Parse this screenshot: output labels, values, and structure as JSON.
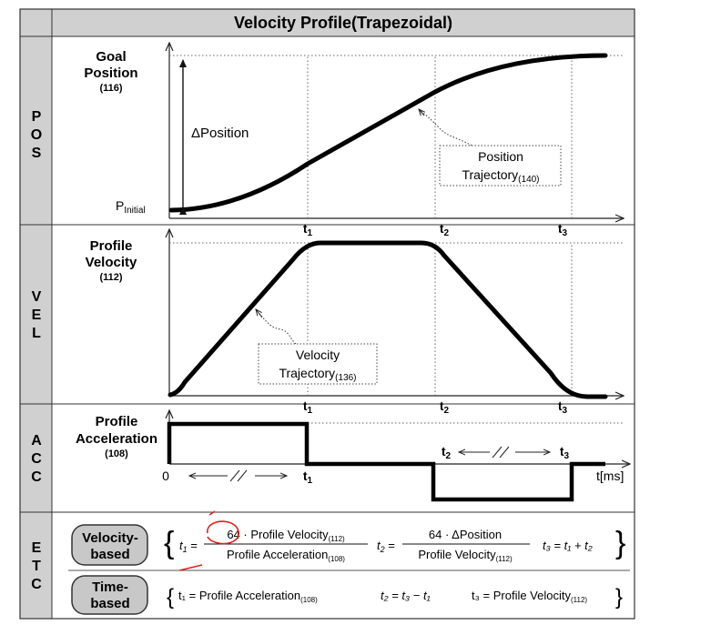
{
  "title": "Velocity Profile(Trapezoidal)",
  "rows": {
    "pos": {
      "letters": [
        "P",
        "O",
        "S"
      ],
      "label_lines": [
        "Goal",
        "Position"
      ],
      "label_sub": "(116)",
      "delta": "ΔPosition",
      "p_initial_main": "P",
      "p_initial_sub": "Initial",
      "callout_lines": [
        "Position",
        "Trajectory"
      ],
      "callout_sub": "(140)"
    },
    "vel": {
      "letters": [
        "V",
        "E",
        "L"
      ],
      "label_lines": [
        "Profile",
        "Velocity"
      ],
      "label_sub": "(112)",
      "callout_lines": [
        "Velocity",
        "Trajectory"
      ],
      "callout_sub": "(136)"
    },
    "acc": {
      "letters": [
        "A",
        "C",
        "C"
      ],
      "label_lines": [
        "Profile",
        "Acceleration"
      ],
      "label_sub": "(108)",
      "zero": "0",
      "axis_unit": "t[ms]"
    },
    "etc": {
      "letters": [
        "E",
        "T",
        "C"
      ]
    }
  },
  "ticks": {
    "t1": "t",
    "t1_sub": "1",
    "t2": "t",
    "t2_sub": "2",
    "t3": "t",
    "t3_sub": "3"
  },
  "etc": {
    "velocity_based": {
      "button_lines": [
        "Velocity-",
        "based"
      ],
      "t1_lhs": "t",
      "t1_lhs_sub": "1",
      "t1_num": "64 · Profile Velocity",
      "t1_num_sub": "(112)",
      "t1_den": "Profile Acceleration",
      "t1_den_sub": "(108)",
      "t2_lhs": "t",
      "t2_lhs_sub": "2",
      "t2_num": "64 · ΔPosition",
      "t2_den": "Profile Velocity",
      "t2_den_sub": "(112)",
      "t3_expr": "t₃ = t₁ + t₂"
    },
    "time_based": {
      "button_lines": [
        "Time-",
        "based"
      ],
      "t1_expr": "t₁ = Profile Acceleration",
      "t1_sub": "(108)",
      "t2_expr": "t₂ = t₃ − t₁",
      "t3_expr": "t₃ = Profile Velocity",
      "t3_sub": "(112)"
    }
  }
}
